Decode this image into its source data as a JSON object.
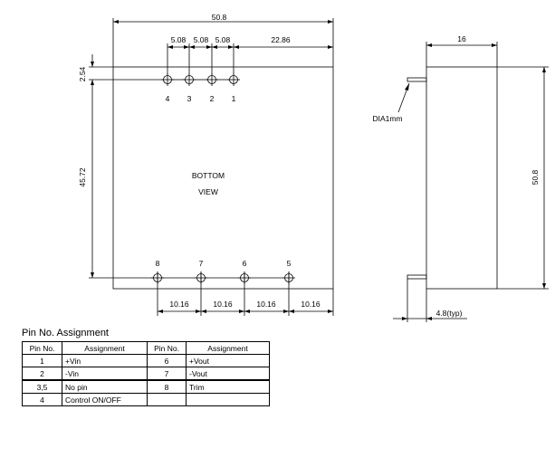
{
  "dimensions": {
    "overall_width": "50.8",
    "pin_pitch": [
      "5.08",
      "5.08",
      "5.08"
    ],
    "edge_to_pin1": "22.86",
    "top_to_pin_row": "2.54",
    "pin_row_spacing": "45.72",
    "bottom_pitch": [
      "10.16",
      "10.16",
      "10.16",
      "10.16"
    ],
    "side_width": "16",
    "side_height": "50.8",
    "pin_protrusion": "4.8(typ)",
    "pin_diameter": "DIA1mm"
  },
  "view_label": [
    "BOTTOM",
    "VIEW"
  ],
  "top_pins": [
    "4",
    "3",
    "2",
    "1"
  ],
  "bottom_pins": [
    "8",
    "7",
    "6",
    "5"
  ],
  "pin_table": {
    "title": "Pin No.  Assignment",
    "headers": [
      "Pin No.",
      "Assignment",
      "Pin No.",
      "Assignment"
    ],
    "rows": [
      [
        "1",
        "+Vin",
        "6",
        "+Vout"
      ],
      [
        "2",
        "-Vin",
        "7",
        "-Vout"
      ],
      [
        "3,5",
        "No pin",
        "8",
        "Trim"
      ],
      [
        "4",
        "Control ON/OFF",
        "",
        ""
      ]
    ]
  }
}
